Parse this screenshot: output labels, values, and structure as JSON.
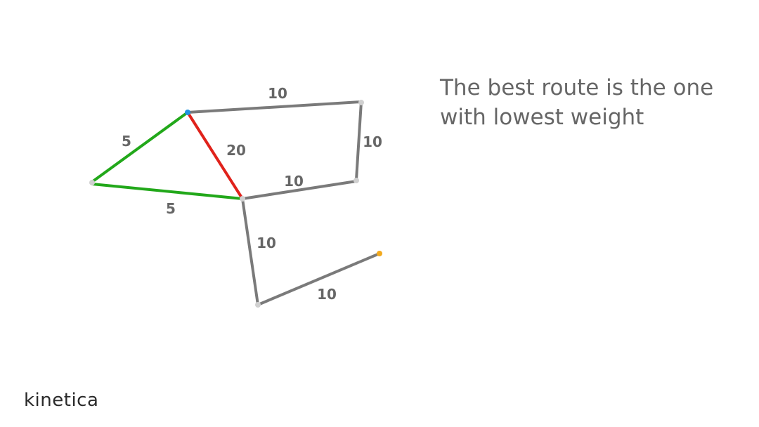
{
  "headline": "The best route is the one with lowest weight",
  "logo": {
    "text": "kinetica"
  },
  "colors": {
    "default_edge": "#7a7a7a",
    "best_route": "#22a81a",
    "rejected_route": "#e0221b",
    "label": "#666666",
    "node": "#d0d0d0",
    "start_node": "#1f93e0",
    "end_node": "#f2a91d"
  },
  "edges": [
    {
      "id": "a-b",
      "weight": "10",
      "status": "default"
    },
    {
      "id": "b-c",
      "weight": "10",
      "status": "default"
    },
    {
      "id": "d-c",
      "weight": "10",
      "status": "default"
    },
    {
      "id": "a-e",
      "weight": "5",
      "status": "best"
    },
    {
      "id": "e-d",
      "weight": "5",
      "status": "best"
    },
    {
      "id": "a-d",
      "weight": "20",
      "status": "rejected"
    },
    {
      "id": "d-f",
      "weight": "10",
      "status": "default"
    },
    {
      "id": "f-g",
      "weight": "10",
      "status": "default"
    }
  ],
  "nodes": [
    {
      "id": "a",
      "role": "start"
    },
    {
      "id": "b",
      "role": "normal"
    },
    {
      "id": "c",
      "role": "normal"
    },
    {
      "id": "d",
      "role": "normal"
    },
    {
      "id": "e",
      "role": "normal"
    },
    {
      "id": "f",
      "role": "normal"
    },
    {
      "id": "g",
      "role": "end"
    }
  ]
}
